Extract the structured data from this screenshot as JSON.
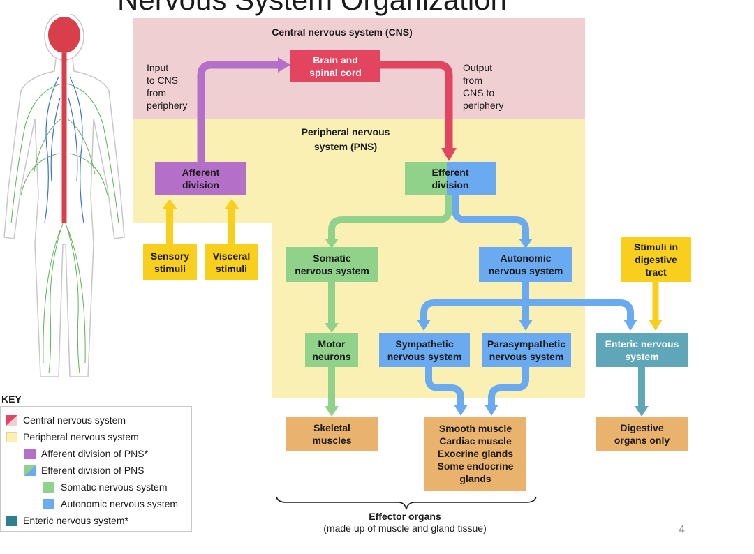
{
  "title": "Nervous System Organization",
  "regions": {
    "cns": "Central nervous system (CNS)",
    "pns_line1": "Peripheral nervous",
    "pns_line2": "system (PNS)"
  },
  "notes": {
    "input": [
      "Input",
      "to CNS",
      "from",
      "periphery"
    ],
    "output": [
      "Output",
      "from",
      "CNS to",
      "periphery"
    ]
  },
  "boxes": {
    "brain": [
      "Brain and",
      "spinal cord"
    ],
    "afferent": [
      "Afferent",
      "division"
    ],
    "efferent": [
      "Efferent",
      "division"
    ],
    "sensory": [
      "Sensory",
      "stimuli"
    ],
    "visceral": [
      "Visceral",
      "stimuli"
    ],
    "somatic": [
      "Somatic",
      "nervous system"
    ],
    "autonomic": [
      "Autonomic",
      "nervous system"
    ],
    "digestive_stimuli": [
      "Stimuli in",
      "digestive",
      "tract"
    ],
    "motor": [
      "Motor",
      "neurons"
    ],
    "sympathetic": [
      "Sympathetic",
      "nervous system"
    ],
    "parasympathetic": [
      "Parasympathetic",
      "nervous system"
    ],
    "enteric": [
      "Enteric nervous",
      "system"
    ],
    "skeletal": [
      "Skeletal",
      "muscles"
    ],
    "smooth": [
      "Smooth muscle",
      "Cardiac muscle",
      "Exocrine glands",
      "Some endocrine",
      "glands"
    ],
    "digestive_organs": [
      "Digestive",
      "organs only"
    ]
  },
  "effector": {
    "label": "Effector organs",
    "sub": "(made up of muscle and gland tissue)"
  },
  "key": {
    "title": "KEY",
    "items": [
      "Central nervous system",
      "Peripheral nervous system",
      "Afferent division of PNS*",
      "Efferent division of PNS",
      "Somatic nervous system",
      "Autonomic nervous system",
      "Enteric nervous system*"
    ]
  },
  "page_number": "4",
  "colors": {
    "cns": "#e3445f",
    "pns": "#faf0b4",
    "afferent": "#b46fc9",
    "autonomic": "#6aaaf0",
    "somatic": "#91d28a",
    "stimuli": "#f7cf1c",
    "enteric": "#5fa7b8",
    "effector": "#eab36d"
  }
}
